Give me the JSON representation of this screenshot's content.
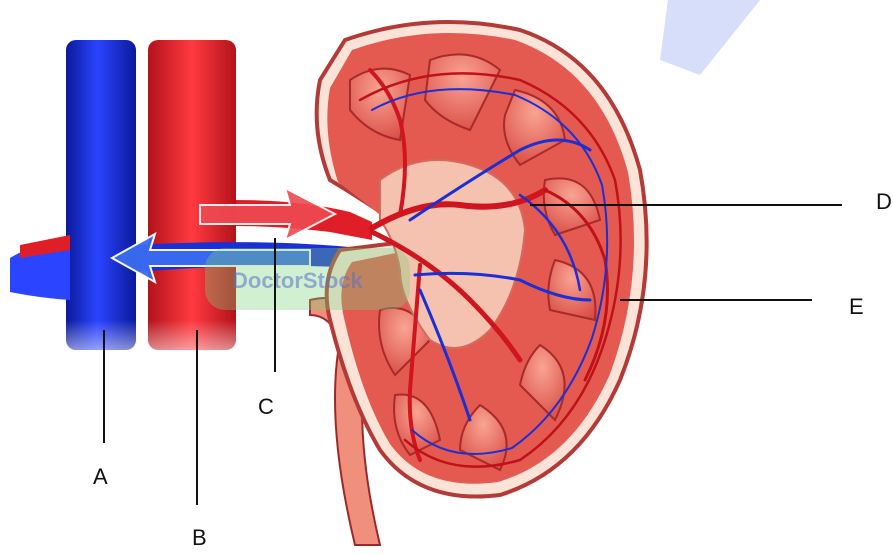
{
  "labels": {
    "a": "A",
    "b": "B",
    "c": "C",
    "d": "D",
    "e": "E"
  },
  "watermark": "DoctorStock",
  "colors": {
    "vein": "#1428c8",
    "artery": "#e01e28",
    "kidney_tissue": "#e8645a",
    "pelvis": "#f6c2b0",
    "capsule": "#c9403c",
    "accent_shape": "#d6defa"
  }
}
